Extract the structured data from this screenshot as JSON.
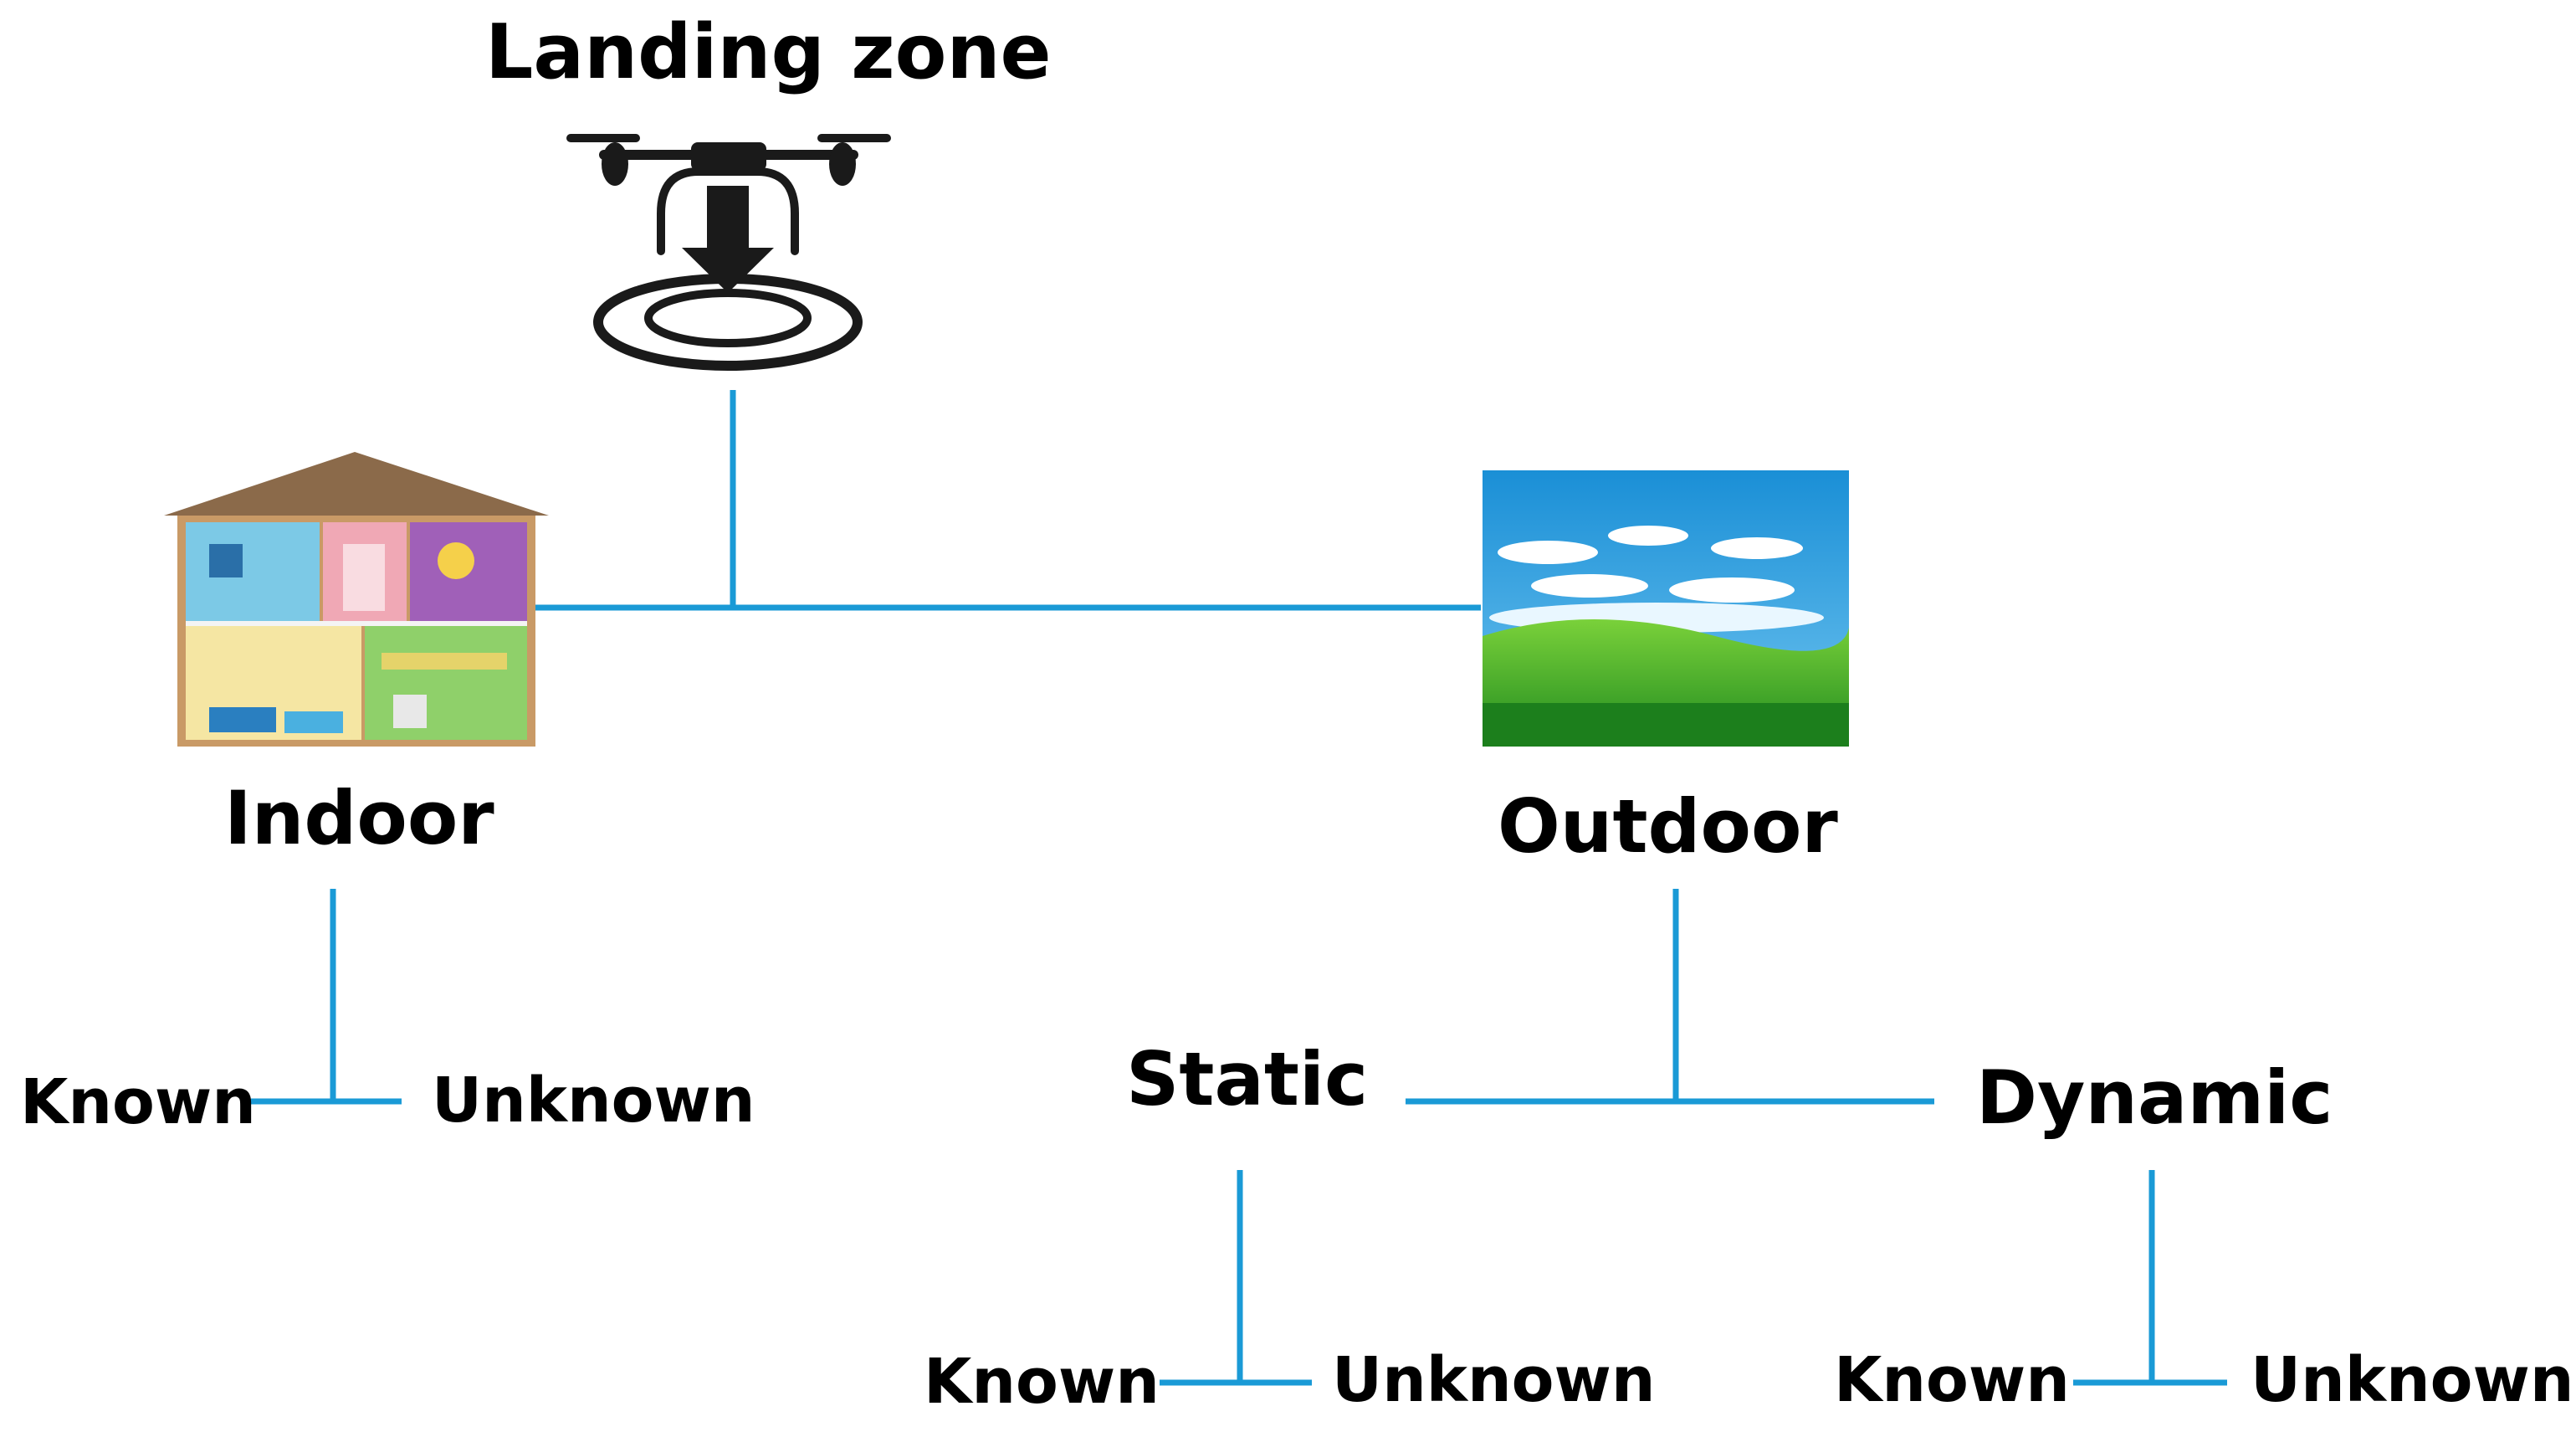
{
  "colors": {
    "connector": "#1a9ad6",
    "text": "#000000"
  },
  "title": "Landing zone",
  "branches": {
    "indoor": {
      "label": "Indoor",
      "icon": "house-cutaway-icon",
      "leaves": [
        "Known",
        "Unknown"
      ]
    },
    "outdoor": {
      "label": "Outdoor",
      "icon": "landscape-sky-grass-icon",
      "sub": {
        "static": {
          "label": "Static",
          "leaves": [
            "Known",
            "Unknown"
          ]
        },
        "dynamic": {
          "label": "Dynamic",
          "leaves": [
            "Known",
            "Unknown"
          ]
        }
      }
    }
  },
  "drone_icon": "drone-landing-icon"
}
